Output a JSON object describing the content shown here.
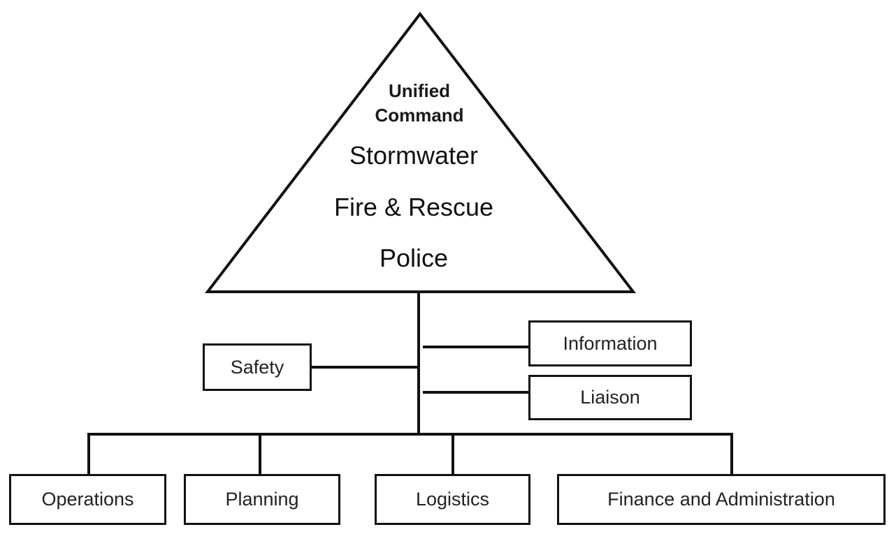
{
  "title": "Unified Command organization chart",
  "command": {
    "heading_line1": "Unified",
    "heading_line2": "Command",
    "agencies": [
      "Stormwater",
      "Fire & Rescue",
      "Police"
    ]
  },
  "command_staff": {
    "left": [
      {
        "label": "Safety"
      }
    ],
    "right": [
      {
        "label": "Information"
      },
      {
        "label": "Liaison"
      }
    ]
  },
  "general_staff": [
    {
      "label": "Operations"
    },
    {
      "label": "Planning"
    },
    {
      "label": "Logistics"
    },
    {
      "label": "Finance and Administration"
    }
  ],
  "colors": {
    "line": "#111111",
    "background": "#ffffff"
  }
}
